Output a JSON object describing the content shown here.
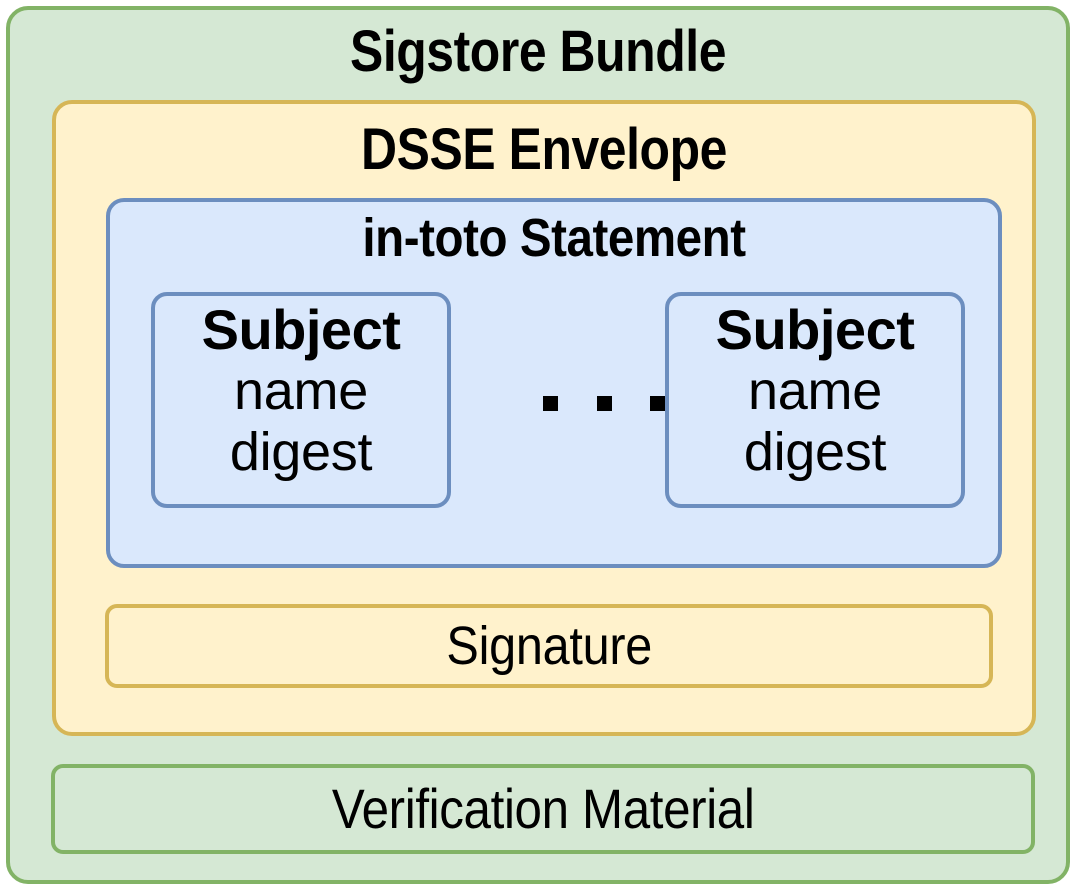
{
  "diagram": {
    "title": "Sigstore Bundle",
    "type": "nested-container-diagram",
    "colors": {
      "bundle_fill": "#d5e8d4",
      "bundle_border": "#82b366",
      "envelope_fill": "#fff2cc",
      "envelope_border": "#d6b656",
      "statement_fill": "#dae8fc",
      "statement_border": "#6c8ebf",
      "text": "#000000",
      "background": "#ffffff"
    }
  },
  "bundle": {
    "label": "Sigstore Bundle",
    "envelope": {
      "label": "DSSE Envelope",
      "statement": {
        "label": "in-toto Statement",
        "subjects": [
          {
            "heading": "Subject",
            "fields": [
              "name",
              "digest"
            ]
          },
          {
            "heading": "Subject",
            "fields": [
              "name",
              "digest"
            ]
          }
        ],
        "ellipsis": "· · ·",
        "ellipsis_dot_count": 3
      },
      "signature": {
        "label": "Signature"
      }
    },
    "verification_material": {
      "label": "Verification Material"
    }
  }
}
